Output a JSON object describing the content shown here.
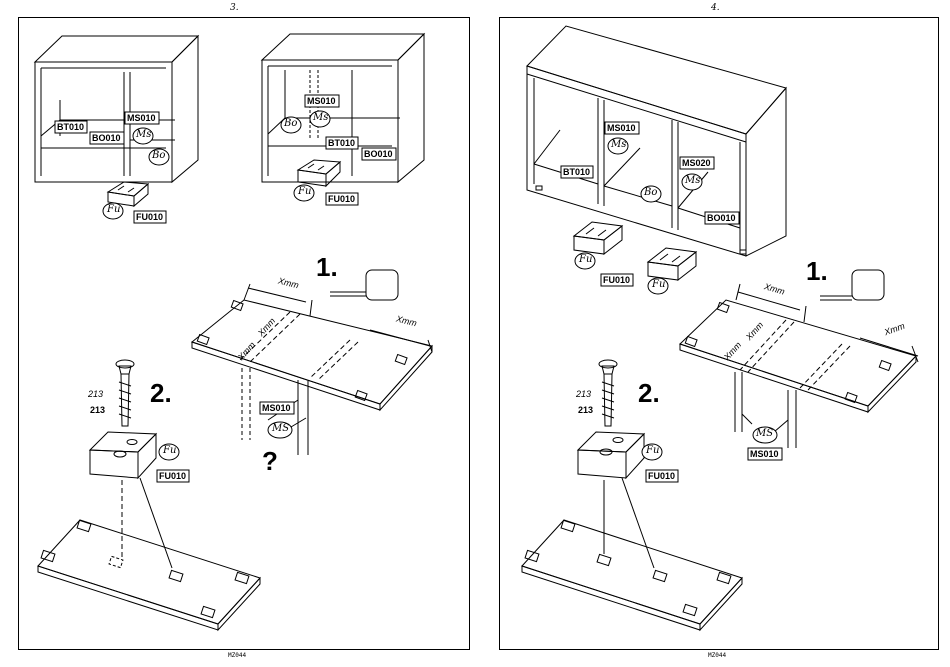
{
  "pages": [
    {
      "number": "3.",
      "footer": "MZ044",
      "labels": {
        "bt010": "BT010",
        "bo010": "BO010",
        "ms010": "MS010",
        "ms": "Ms",
        "bo": "Bo",
        "fu": "Fu",
        "fu010": "FU010",
        "ms_cap": "MS",
        "ms010b": "MS010",
        "bt010b": "BT010",
        "bo010b": "BO010",
        "bo2": "Bo",
        "ms2": "Ms",
        "fu2": "Fu",
        "fu010b": "FU010",
        "fu3": "Fu",
        "fu010c": "FU010"
      },
      "step1": "1.",
      "step2": "2.",
      "xmm": "Xmm",
      "screw_ref_italic": "213",
      "screw_ref": "213",
      "question": "?"
    },
    {
      "number": "4.",
      "footer": "MZ044",
      "labels": {
        "ms010": "MS010",
        "ms": "Ms",
        "bt010": "BT010",
        "bo": "Bo",
        "ms020": "MS020",
        "ms2": "Ms",
        "bo010": "BO010",
        "fu": "Fu",
        "fu010": "FU010",
        "fu2": "Fu",
        "ms_cap": "MS",
        "ms010b": "MS010",
        "fu3": "Fu",
        "fu010b": "FU010"
      },
      "step1": "1.",
      "step2": "2.",
      "xmm": "Xmm",
      "screw_ref_italic": "213",
      "screw_ref": "213"
    }
  ]
}
